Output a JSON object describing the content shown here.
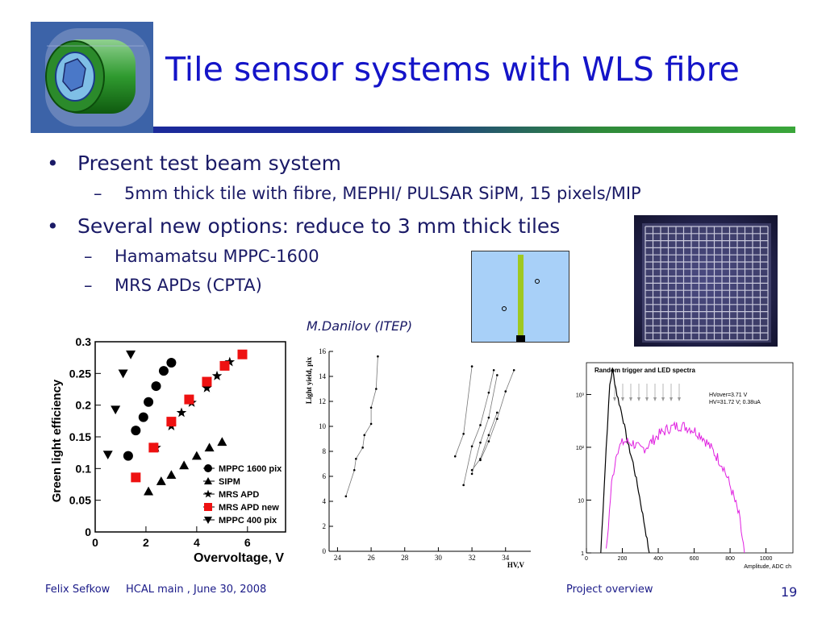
{
  "title": "Tile sensor systems with WLS fibre",
  "bullets": [
    {
      "text": "Present test beam system",
      "subs": [
        "5mm thick tile with fibre, MEPHI/ PULSAR SiPM, 15 pixels/MIP"
      ]
    },
    {
      "text": "Several new options: reduce to 3 mm thick tiles",
      "subs": [
        "Hamamatsu MPPC-1600",
        "MRS APDs (CPTA)"
      ]
    }
  ],
  "bullet_marker": "•",
  "sub_marker": "–",
  "author_note": "M.Danilov (ITEP)",
  "footer": {
    "author": "Felix Sefkow",
    "event": "HCAL main , June 30, 2008",
    "section": "Project overview",
    "page": "19"
  },
  "colors": {
    "title": "#1414c8",
    "text": "#1a1a66",
    "rule_left": "#1b2a9a",
    "rule_right": "#3aa63a",
    "red_marker": "#ee1111",
    "pink_spectrum": "#e020e0"
  },
  "chart_data": [
    {
      "type": "scatter",
      "xlabel": "Overvoltage, V",
      "ylabel": "Green light efficiency",
      "xlim": [
        0,
        7.5
      ],
      "ylim": [
        0,
        0.3
      ],
      "xticks": [
        "0",
        "2",
        "4",
        "6"
      ],
      "yticks": [
        "0",
        "0.05",
        "0.1",
        "0.15",
        "0.2",
        "0.25",
        "0.3"
      ],
      "legend_position": "bottom-right",
      "series": [
        {
          "name": "MPPC 1600 pix",
          "marker": "circle",
          "points": [
            [
              1.3,
              0.12
            ],
            [
              1.6,
              0.16
            ],
            [
              1.9,
              0.181
            ],
            [
              2.1,
              0.205
            ],
            [
              2.4,
              0.23
            ],
            [
              2.7,
              0.254
            ],
            [
              3.0,
              0.267
            ]
          ]
        },
        {
          "name": "SIPM",
          "marker": "triangle-up",
          "points": [
            [
              2.1,
              0.064
            ],
            [
              2.6,
              0.08
            ],
            [
              3.0,
              0.09
            ],
            [
              3.5,
              0.105
            ],
            [
              4.0,
              0.12
            ],
            [
              4.5,
              0.133
            ],
            [
              5.0,
              0.142
            ]
          ]
        },
        {
          "name": "MRS APD",
          "marker": "star",
          "points": [
            [
              2.4,
              0.133
            ],
            [
              3.0,
              0.167
            ],
            [
              3.4,
              0.188
            ],
            [
              3.8,
              0.204
            ],
            [
              4.4,
              0.227
            ],
            [
              4.8,
              0.246
            ],
            [
              5.3,
              0.268
            ]
          ]
        },
        {
          "name": "MRS APD new",
          "marker": "square",
          "points": [
            [
              1.6,
              0.086
            ],
            [
              2.3,
              0.133
            ],
            [
              3.0,
              0.174
            ],
            [
              3.7,
              0.209
            ],
            [
              4.4,
              0.237
            ],
            [
              5.1,
              0.262
            ],
            [
              5.8,
              0.28
            ]
          ]
        },
        {
          "name": "MPPC 400 pix",
          "marker": "triangle-down",
          "points": [
            [
              0.5,
              0.122
            ],
            [
              0.8,
              0.193
            ],
            [
              1.1,
              0.25
            ],
            [
              1.4,
              0.28
            ]
          ]
        }
      ]
    },
    {
      "type": "line",
      "xlabel": "HV,V",
      "ylabel": "Light yield, pix",
      "xlim": [
        23.5,
        35.5
      ],
      "ylim": [
        0,
        16
      ],
      "xticks": [
        "24",
        "26",
        "28",
        "30",
        "32",
        "34"
      ],
      "yticks": [
        "0",
        "2",
        "4",
        "6",
        "8",
        "10",
        "12",
        "14",
        "16"
      ],
      "series": [
        {
          "points": [
            [
              24.5,
              4.4
            ],
            [
              25.0,
              6.5
            ],
            [
              25.1,
              7.4
            ],
            [
              25.5,
              8.3
            ],
            [
              25.6,
              9.3
            ],
            [
              26.0,
              10.2
            ],
            [
              26.0,
              11.5
            ],
            [
              26.3,
              13.0
            ],
            [
              26.4,
              15.6
            ]
          ]
        },
        {
          "points": [
            [
              31.0,
              7.6
            ],
            [
              31.5,
              9.4
            ],
            [
              32.0,
              14.8
            ]
          ]
        },
        {
          "points": [
            [
              31.5,
              5.3
            ],
            [
              32.0,
              8.4
            ],
            [
              32.5,
              10.1
            ],
            [
              33.0,
              12.7
            ],
            [
              33.3,
              14.5
            ]
          ]
        },
        {
          "points": [
            [
              32.0,
              6.2
            ],
            [
              32.5,
              8.7
            ],
            [
              33.0,
              10.7
            ],
            [
              33.5,
              14.1
            ]
          ]
        },
        {
          "points": [
            [
              32.0,
              6.5
            ],
            [
              32.5,
              7.4
            ],
            [
              33.0,
              9.3
            ],
            [
              33.5,
              11.1
            ]
          ]
        },
        {
          "points": [
            [
              32.5,
              7.3
            ],
            [
              33.0,
              8.8
            ],
            [
              33.5,
              10.6
            ],
            [
              34.0,
              12.8
            ],
            [
              34.5,
              14.5
            ]
          ]
        }
      ]
    },
    {
      "type": "line",
      "title": "Random trigger and LED spectra",
      "xlabel": "Amplitude, ADC ch",
      "ylabel": "",
      "xlim": [
        0,
        1150
      ],
      "ylim_log": [
        1,
        4000
      ],
      "log_y": true,
      "xticks": [
        "0",
        "200",
        "400",
        "600",
        "800",
        "1000"
      ],
      "yticks": [
        "1",
        "10",
        "10²",
        "10³"
      ],
      "annotations": [
        "HVover=3.71 V",
        "HV=31.72 V; 0.38uA"
      ],
      "series": [
        {
          "color": "#000000",
          "points": [
            [
              80,
              1
            ],
            [
              110,
              100
            ],
            [
              130,
              1500
            ],
            [
              145,
              3000
            ],
            [
              170,
              1000
            ],
            [
              200,
              400
            ],
            [
              230,
              120
            ],
            [
              260,
              50
            ],
            [
              290,
              15
            ],
            [
              320,
              4
            ],
            [
              350,
              1
            ]
          ]
        },
        {
          "color": "#e020e0",
          "points": [
            [
              110,
              1
            ],
            [
              140,
              20
            ],
            [
              170,
              90
            ],
            [
              210,
              130
            ],
            [
              260,
              120
            ],
            [
              300,
              90
            ],
            [
              330,
              100
            ],
            [
              400,
              170
            ],
            [
              460,
              230
            ],
            [
              520,
              260
            ],
            [
              580,
              230
            ],
            [
              640,
              170
            ],
            [
              700,
              90
            ],
            [
              760,
              45
            ],
            [
              810,
              15
            ],
            [
              850,
              5
            ],
            [
              880,
              1
            ]
          ]
        }
      ]
    }
  ]
}
